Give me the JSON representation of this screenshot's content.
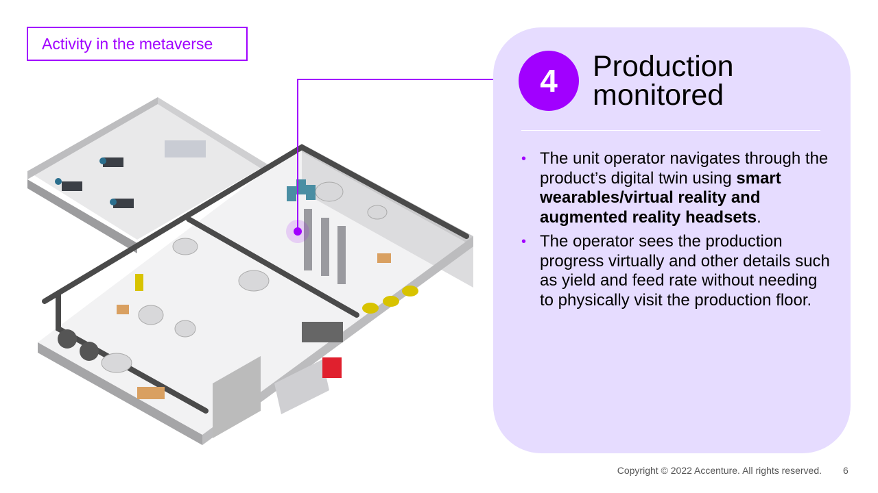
{
  "tag": "Activity in the metaverse",
  "step": {
    "number": "4",
    "title_line1": "Production",
    "title_line2": "monitored"
  },
  "bullets": [
    {
      "pre": "The unit operator navigates through the product’s digital twin using ",
      "bold": "smart wearables/virtual reality and augmented reality headsets",
      "post": "."
    },
    {
      "pre": "The operator sees the production progress virtually and other details such as yield and feed rate without needing to physically visit the production floor.",
      "bold": "",
      "post": ""
    }
  ],
  "footer": "Copyright © 2022 Accenture. All rights reserved.",
  "page_number": "6",
  "colors": {
    "accent": "#a100ff",
    "panel": "#e6dcff"
  }
}
